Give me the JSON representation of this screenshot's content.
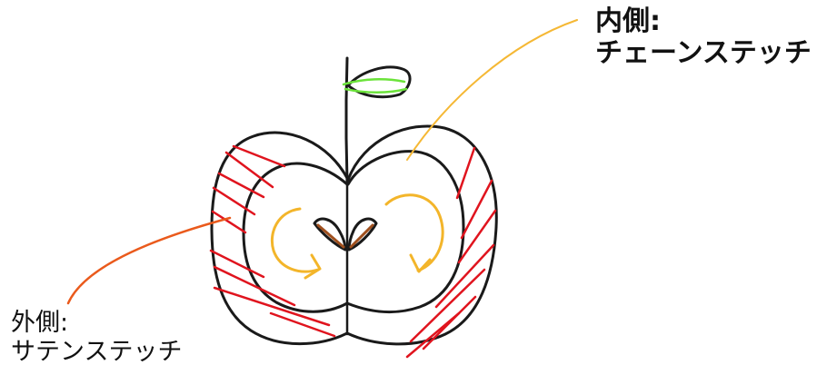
{
  "labels": {
    "inner": {
      "line1": "内側:",
      "line2": "チェーンステッチ"
    },
    "outer": {
      "line1": "外側:",
      "line2": "サテンステッチ"
    }
  },
  "colors": {
    "outline": "#1a1a1a",
    "satin_stitch": "#e0141e",
    "chain_stitch": "#f3b52a",
    "inner_leader": "#f5b835",
    "outer_leader": "#ea5a1c",
    "leaf_vein": "#6be33a",
    "seed_line": "#a0501e"
  },
  "icons": {
    "apple": "apple-drawing",
    "leaf": "leaf-icon"
  }
}
